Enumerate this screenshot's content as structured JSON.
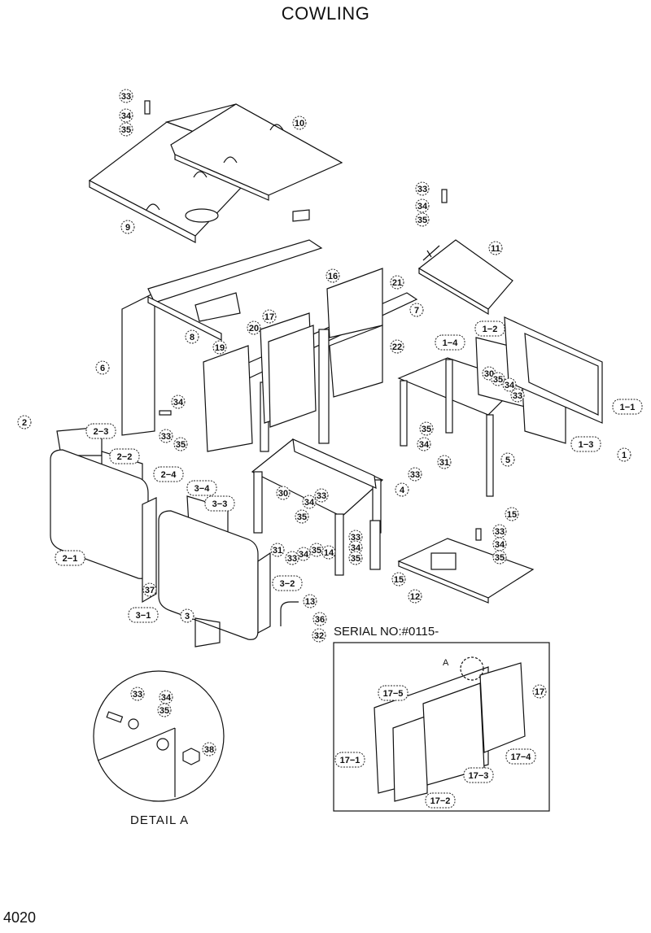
{
  "title": "COWLING",
  "page_number": "4020",
  "serial_note": "SERIAL NO:#0115-",
  "detail_label": "DETAIL  A",
  "inset_marker": "A",
  "callouts": {
    "c33a": "33",
    "c34a": "34",
    "c35a": "35",
    "c10": "10",
    "c9": "9",
    "c33b": "33",
    "c34b": "34",
    "c35b": "35",
    "c11": "11",
    "c16": "16",
    "c21": "21",
    "c7": "7",
    "c8": "8",
    "c6": "6",
    "c17": "17",
    "c20": "20",
    "c19": "19",
    "c22": "22",
    "c34c": "34",
    "c33c": "33",
    "c35c": "35",
    "c2": "2",
    "c35d": "35",
    "c34d": "34",
    "c33d": "33",
    "c31a": "31",
    "c5": "5",
    "c1": "1",
    "c4": "4",
    "c30a": "30",
    "c33e": "33",
    "c34e": "34",
    "c35e": "35",
    "c31b": "31",
    "c34f": "34",
    "c35f": "35",
    "c14": "14",
    "c33f": "33",
    "c33g": "33",
    "c34g": "34",
    "c35g": "35",
    "c15a": "15",
    "c15b": "15",
    "c12": "12",
    "c33h": "33",
    "c34h": "34",
    "c35h": "35",
    "c37": "37",
    "c3": "3",
    "c13": "13",
    "c36": "36",
    "c32": "32",
    "c30b": "30",
    "c35i": "35",
    "c34i": "34",
    "c33i": "33",
    "d33": "33",
    "d34": "34",
    "d35": "35",
    "d38": "38",
    "i17": "17"
  },
  "part_labels": {
    "l2_3": "2−3",
    "l2_2": "2−2",
    "l2_4": "2−4",
    "l2_1": "2−1",
    "l3_4": "3−4",
    "l3_3": "3−3",
    "l3_2": "3−2",
    "l3_1": "3−1",
    "l1_4": "1−4",
    "l1_2": "1−2",
    "l1_1": "1−1",
    "l1_3": "1−3",
    "l17_5": "17−5",
    "l17_1": "17−1",
    "l17_2": "17−2",
    "l17_3": "17−3",
    "l17_4": "17−4"
  }
}
